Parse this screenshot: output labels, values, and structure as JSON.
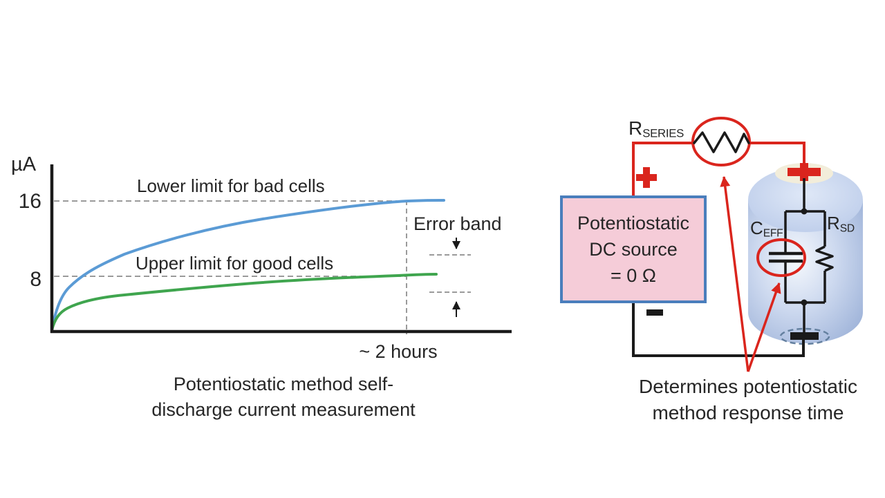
{
  "colors": {
    "red": "#da251d",
    "blue_curve": "#5b9bd5",
    "green_curve": "#3fa54e",
    "dash_gray": "#9a9a9a",
    "ink": "#262626",
    "box_fill": "#f5ccd8",
    "box_border": "#4a7ebc",
    "cyl_center": "#f6f9fd",
    "cyl_mid": "#cdd9ef",
    "cyl_edge": "#98aed6",
    "cyl_top_light": "#dfe8f7",
    "cyl_top": "#b7c8e8",
    "cream_spot": "#f2edda",
    "terminal_dash": "#64809f"
  },
  "chart": {
    "y_unit": "µA",
    "tick_upper": "16",
    "tick_lower": "8",
    "curve_bad_label": "Lower limit for bad cells",
    "curve_good_label": "Upper limit for good cells",
    "error_band_label": "Error band",
    "time_label": "~ 2 hours",
    "caption_line1": "Potentiostatic method self-",
    "caption_line2": "discharge current measurement"
  },
  "chart_data": {
    "type": "line",
    "title": "Potentiostatic method self-discharge current measurement",
    "ylabel": "µA",
    "yticks": [
      8,
      16
    ],
    "ylim": [
      0,
      20
    ],
    "x_unit": "hours",
    "x": [
      0,
      0.25,
      0.5,
      0.75,
      1.0,
      1.25,
      1.5,
      1.75,
      2.0
    ],
    "x_end_annotation": "~ 2 hours",
    "series": [
      {
        "name": "Lower limit for bad cells",
        "color": "#5b9bd5",
        "asymptote_uA": 16,
        "values": [
          0,
          7.0,
          10.0,
          12.0,
          13.4,
          14.4,
          15.1,
          15.6,
          16.0
        ]
      },
      {
        "name": "Upper limit for good cells",
        "color": "#3fa54e",
        "asymptote_uA": 8,
        "values": [
          0,
          3.5,
          5.0,
          6.0,
          6.7,
          7.2,
          7.5,
          7.8,
          8.0
        ]
      }
    ],
    "annotations": [
      "Error band"
    ],
    "grid": false,
    "legend_position": "inline-labels"
  },
  "circuit": {
    "r_series": {
      "base": "R",
      "sub": "SERIES"
    },
    "c_eff": {
      "base": "C",
      "sub": "EFF"
    },
    "r_sd": {
      "base": "R",
      "sub": "SD"
    },
    "source_box": {
      "line1": "Potentiostatic",
      "line2": "DC source",
      "line3": "= 0 Ω"
    },
    "annotation_line1": "Determines potentiostatic",
    "annotation_line2": "method response time",
    "icons": [
      "plus-terminal-icon",
      "minus-terminal-icon",
      "cell-plus-terminal-icon",
      "resistor-zigzag-icon",
      "capacitor-plates-icon",
      "red-callout-arrow-icon",
      "error-band-arrow-icon"
    ]
  }
}
